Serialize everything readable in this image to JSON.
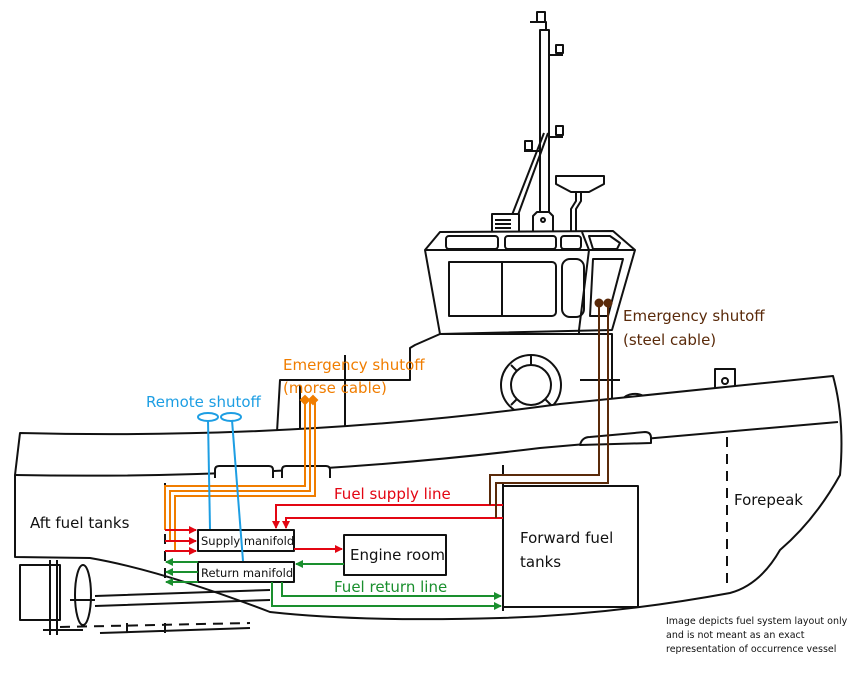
{
  "labels": {
    "aft_tanks": "Aft fuel tanks",
    "forward_tanks_1": "Forward fuel",
    "forward_tanks_2": "tanks",
    "forepeak": "Forepeak",
    "engine_room": "Engine room",
    "supply_manifold": "Supply manifold",
    "return_manifold": "Return manifold",
    "fuel_supply_line": "Fuel supply line",
    "fuel_return_line": "Fuel return line",
    "remote_shutoff": "Remote shutoff",
    "morse_1": "Emergency shutoff",
    "morse_2": "(morse cable)",
    "steel_1": "Emergency shutoff",
    "steel_2": "(steel cable)"
  },
  "note": [
    "Image depicts fuel system layout only",
    "and is not meant as an exact",
    "representation of occurrence vessel"
  ],
  "colors": {
    "supply": "#e30613",
    "return": "#1a8f2e",
    "remote_shutoff": "#1d9ee3",
    "morse_cable": "#f07d00",
    "steel_cable": "#5a2a0a",
    "outline": "#111111"
  }
}
